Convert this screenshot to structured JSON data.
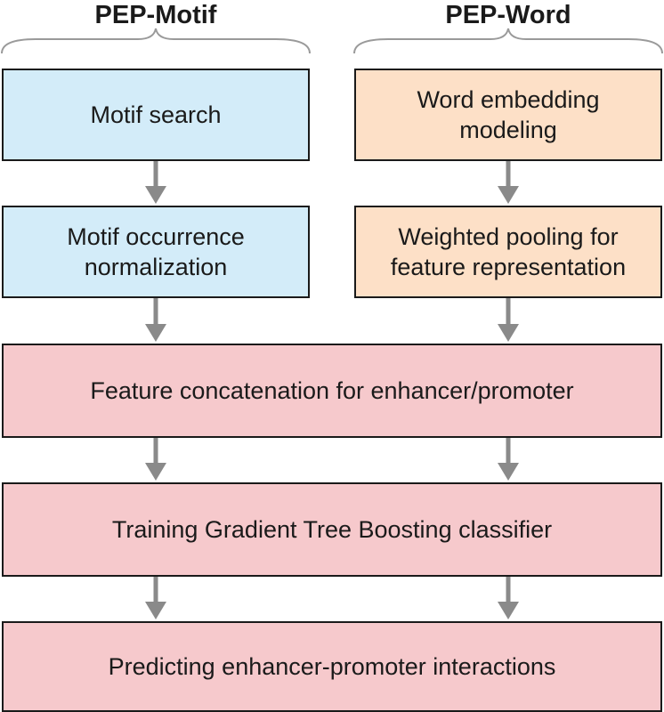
{
  "columns": {
    "left_title": "PEP-Motif",
    "right_title": "PEP-Word"
  },
  "boxes": {
    "motif_search": "Motif search",
    "motif_normalization": [
      "Motif occurrence",
      "normalization"
    ],
    "word_embedding": [
      "Word embedding",
      "modeling"
    ],
    "weighted_pooling": [
      "Weighted pooling for",
      "feature representation"
    ],
    "feature_concatenation": "Feature concatenation for enhancer/promoter",
    "training": "Training Gradient Tree Boosting classifier",
    "predicting": "Predicting enhancer-promoter interactions"
  },
  "colors": {
    "blue_fill": "#d3ecf9",
    "orange_fill": "#fde0c7",
    "pink_fill": "#f6c9cc",
    "arrow": "#8a8a8a",
    "brace": "#9a9a9a",
    "border": "#1a1a1a"
  }
}
